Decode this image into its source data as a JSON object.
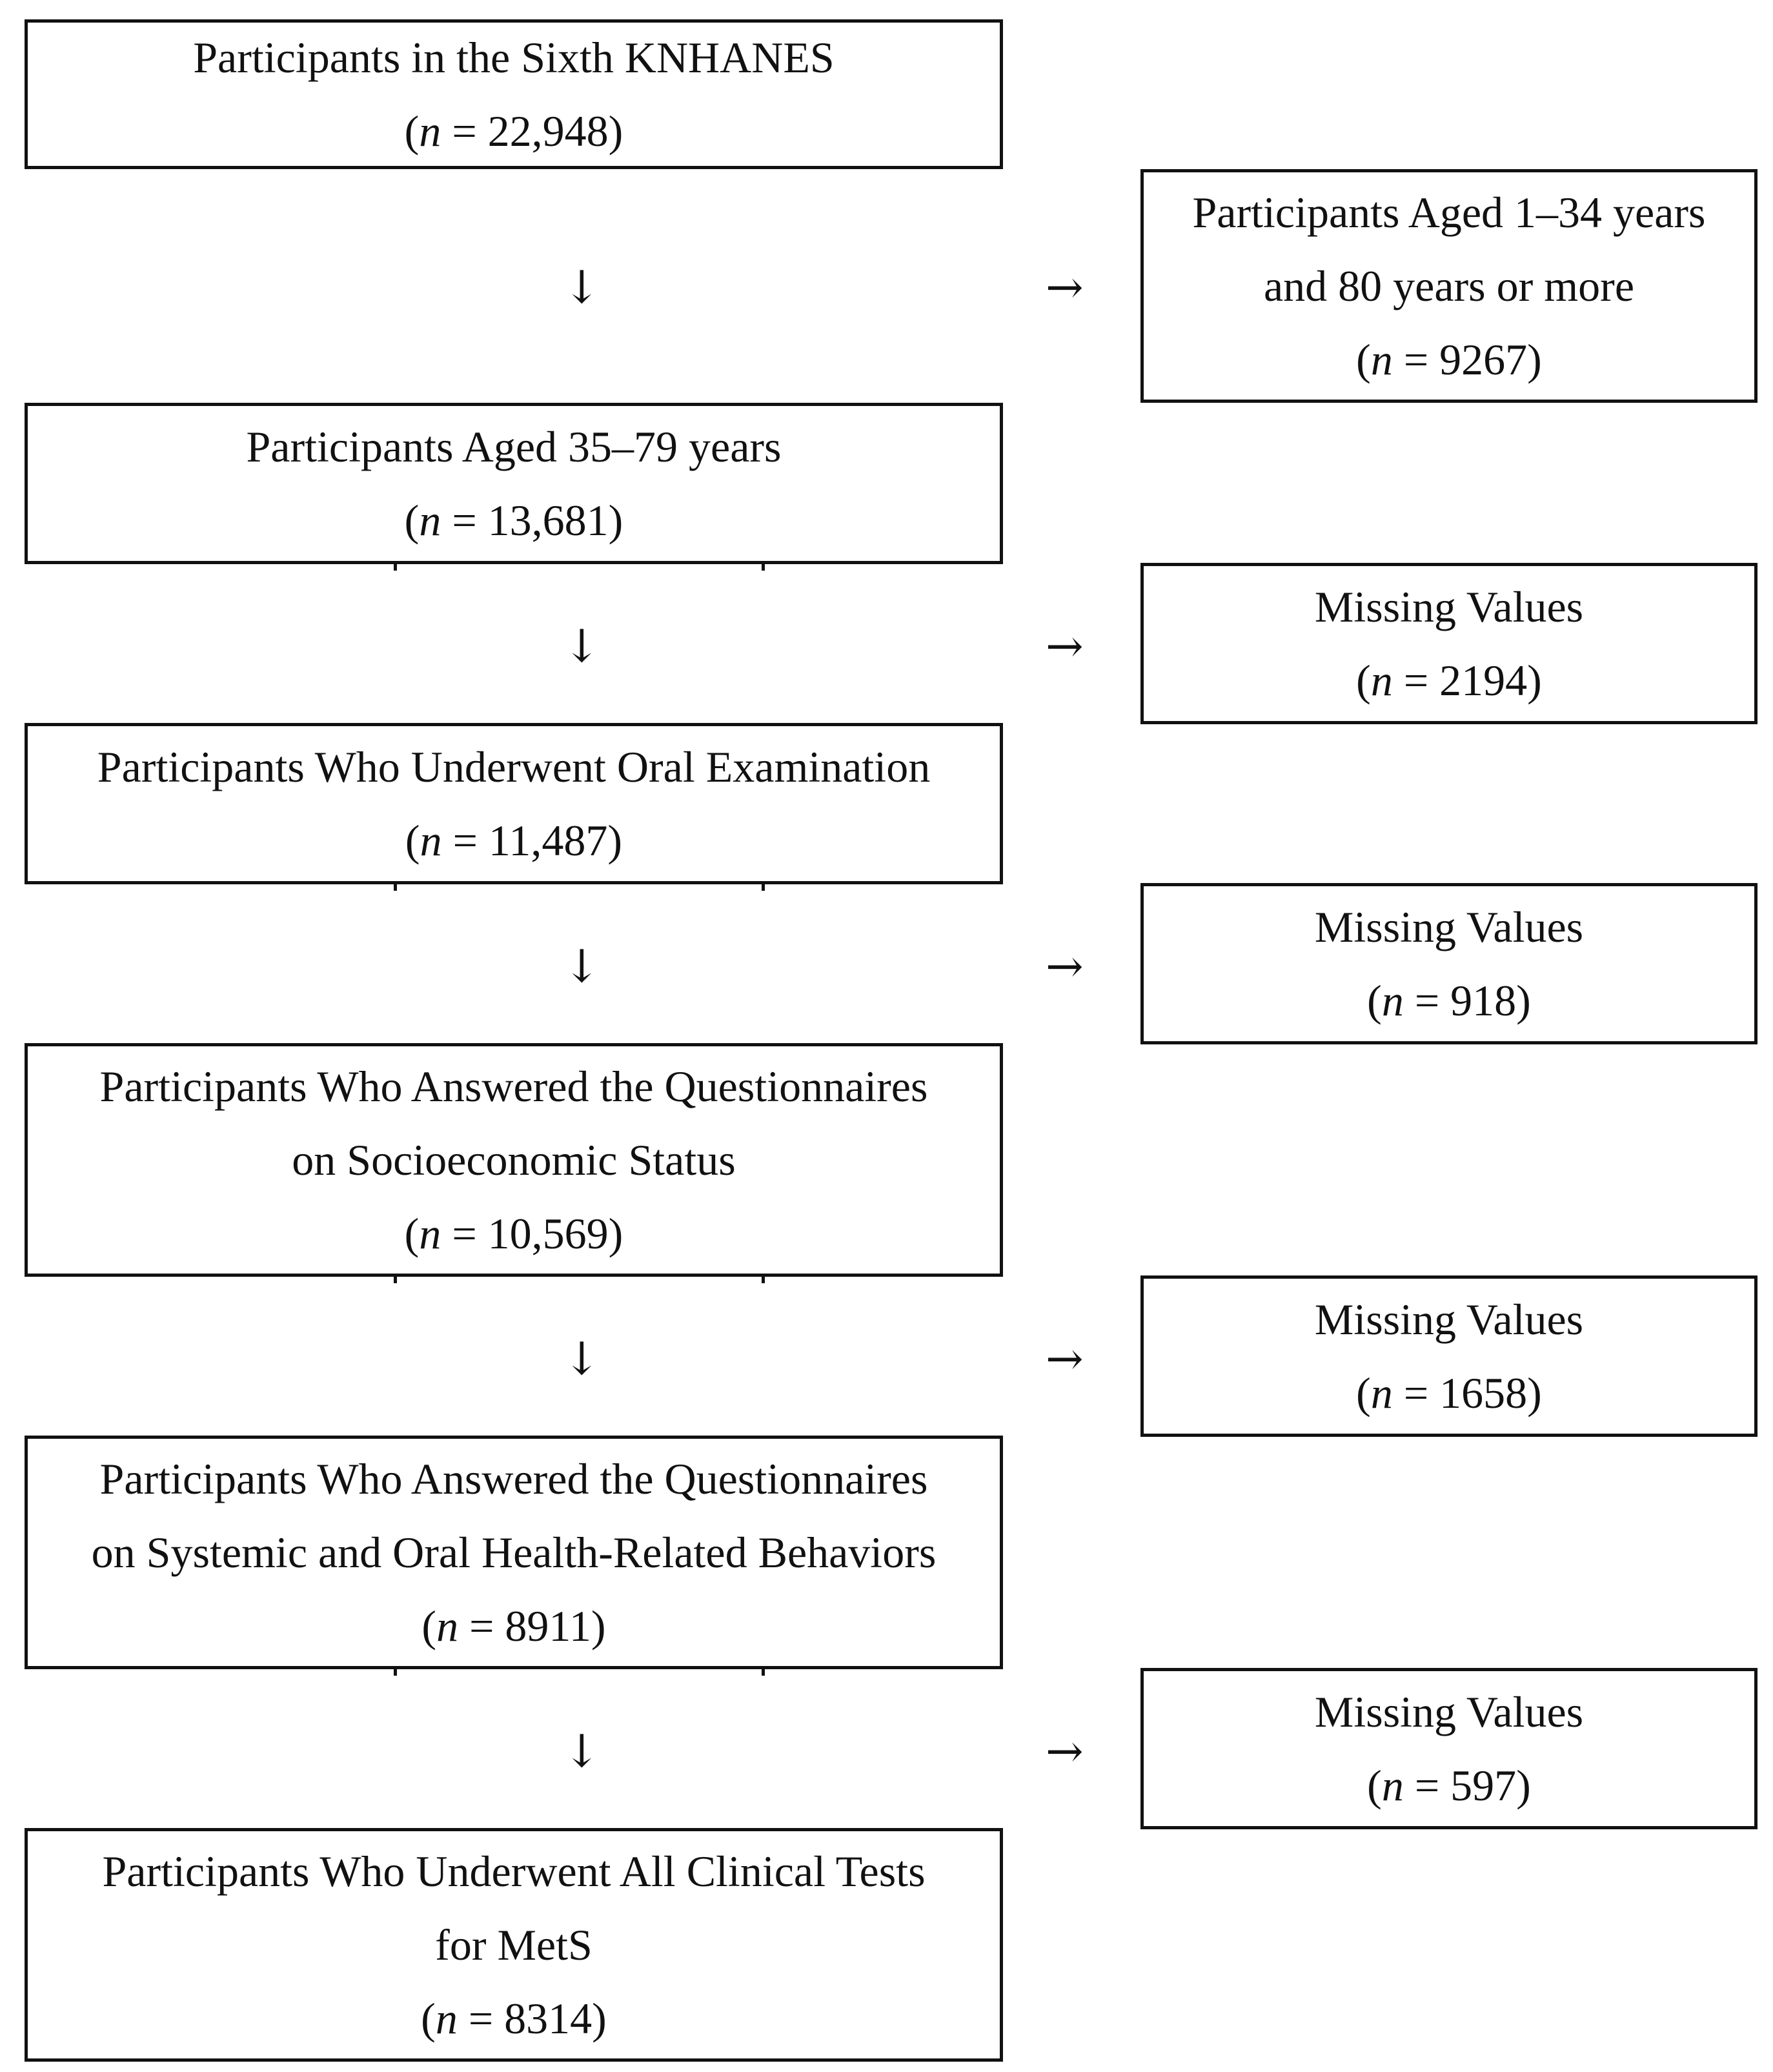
{
  "flow": {
    "main_boxes": [
      {
        "lines": [
          "Participants in the Sixth KNHANES"
        ],
        "n_label": "n",
        "n_value": "= 22,948)"
      },
      {
        "lines": [
          "Participants Aged 35–79 years"
        ],
        "n_label": "n",
        "n_value": "= 13,681)"
      },
      {
        "lines": [
          "Participants Who Underwent Oral Examination"
        ],
        "n_label": "n",
        "n_value": "= 11,487)"
      },
      {
        "lines": [
          "Participants Who Answered the Questionnaires",
          "on Socioeconomic Status"
        ],
        "n_label": "n",
        "n_value": "= 10,569)"
      },
      {
        "lines": [
          "Participants Who Answered the Questionnaires",
          "on Systemic and Oral Health-Related Behaviors"
        ],
        "n_label": "n",
        "n_value": "= 8911)"
      },
      {
        "lines": [
          "Participants Who Underwent All Clinical Tests",
          "for MetS"
        ],
        "n_label": "n",
        "n_value": "= 8314)"
      }
    ],
    "excluded_boxes": [
      {
        "lines": [
          "Participants Aged 1–34 years",
          "and 80 years or more"
        ],
        "n_label": "n",
        "n_value": "= 9267)"
      },
      {
        "lines": [
          "Missing Values"
        ],
        "n_label": "n",
        "n_value": "= 2194)"
      },
      {
        "lines": [
          "Missing Values"
        ],
        "n_label": "n",
        "n_value": "= 918)"
      },
      {
        "lines": [
          "Missing Values"
        ],
        "n_label": "n",
        "n_value": "= 1658)"
      },
      {
        "lines": [
          "Missing Values"
        ],
        "n_label": "n",
        "n_value": "= 597)"
      }
    ],
    "down_arrow": "↓",
    "right_arrow": "→",
    "open_paren": "("
  }
}
